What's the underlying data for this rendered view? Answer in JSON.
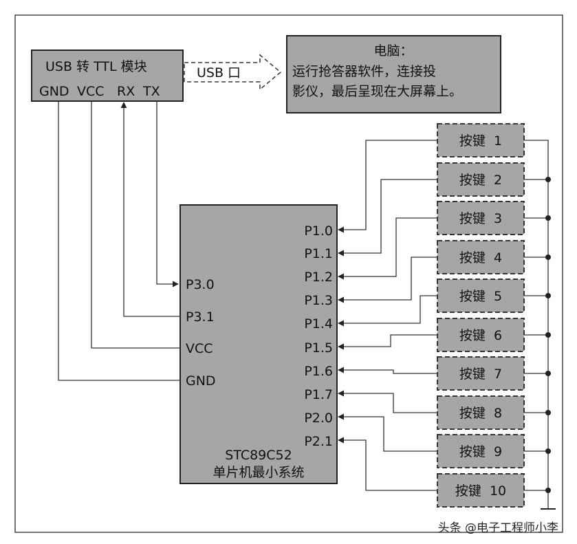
{
  "usb_module": {
    "title": "USB 转 TTL 模块",
    "pin_gnd": "GND",
    "pin_vcc": "VCC",
    "pin_rx": "RX",
    "pin_tx": "TX"
  },
  "usb_link": {
    "label": "USB 口"
  },
  "computer": {
    "title": "电脑：",
    "line1": "运行抢答器软件，连接投",
    "line2": "影仪，最后呈现在大屏幕上。"
  },
  "mcu": {
    "left_pins": [
      "P3.0",
      "P3.1",
      "VCC",
      "GND"
    ],
    "right_pins": [
      "P1.0",
      "P1.1",
      "P1.2",
      "P1.3",
      "P1.4",
      "P1.5",
      "P1.6",
      "P1.7",
      "P2.0",
      "P2.1"
    ],
    "name": "STC89C52",
    "subtitle": "单片机最小系统"
  },
  "buttons": [
    "按键  1",
    "按键  2",
    "按键  3",
    "按键  4",
    "按键  5",
    "按键  6",
    "按键  7",
    "按键  8",
    "按键  9",
    "按键  10"
  ],
  "watermark": "头条 @电子工程师小李",
  "colors": {
    "box_fill": "#a6a6a6",
    "line": "#333333"
  }
}
